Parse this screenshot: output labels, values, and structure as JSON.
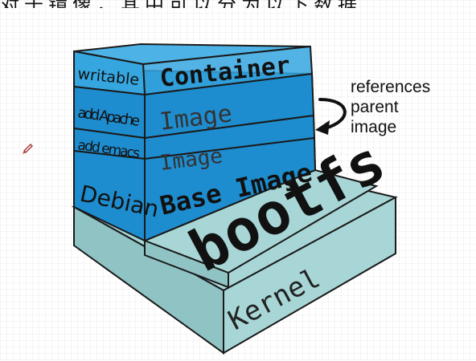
{
  "header": {
    "top_text": "对于镜像，其中可以分为以下数据"
  },
  "layers": {
    "container": {
      "side_label": "writable",
      "face_label": "Container"
    },
    "image_apache": {
      "side_label": "add Apache",
      "face_label": "Image"
    },
    "image_emacs": {
      "side_label": "add emacs",
      "face_label": "Image"
    },
    "base": {
      "side_label": "Debian",
      "face_label": "Base Image"
    },
    "bootfs": {
      "label": "bootfs"
    },
    "kernel": {
      "label": "Kernel"
    }
  },
  "annotation": {
    "lines": [
      "references",
      "parent",
      "image"
    ]
  },
  "colors": {
    "stack_blue": "#1E8DCF",
    "stack_blue_dark": "#1677B5",
    "container_light": "#4DB3E6",
    "kernel_teal": "#A8D6D6",
    "kernel_teal_dark": "#8FC3C4",
    "outline": "#1a1a1a"
  },
  "icons": {
    "arrow": "curved-arrow-icon",
    "cursor": "pen-cursor-icon"
  }
}
